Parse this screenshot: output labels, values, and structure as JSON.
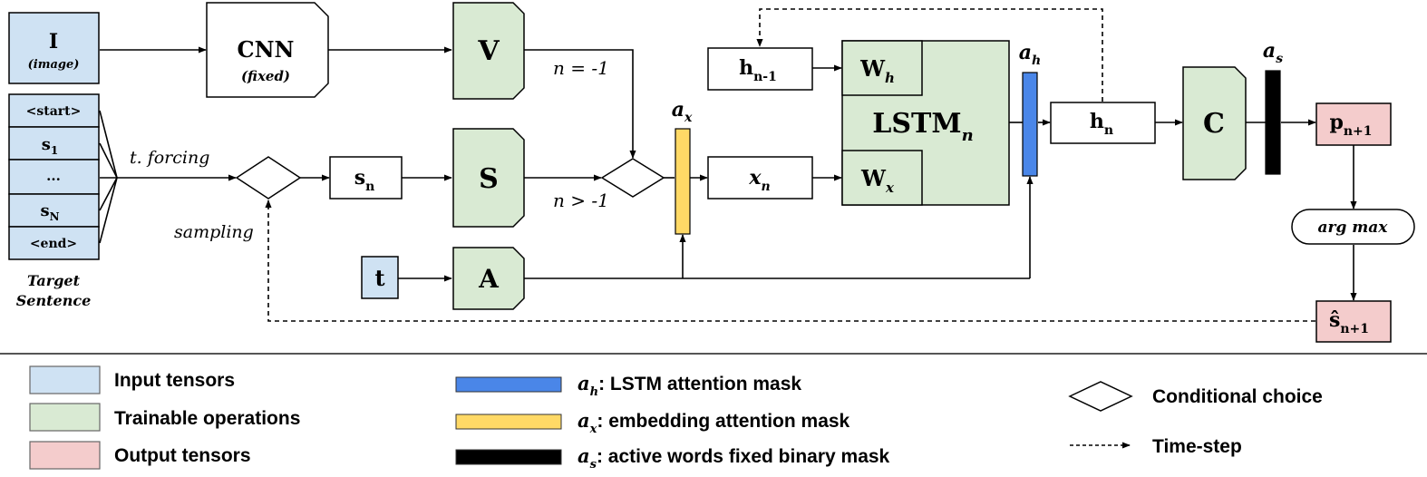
{
  "inputs": {
    "image_symbol": "I",
    "image_caption": "(image)",
    "target_tokens": [
      "<start>",
      "s",
      "...",
      "s",
      "<end>"
    ],
    "target_subscripts": [
      "",
      "1",
      "",
      "N",
      ""
    ],
    "target_caption_line1": "Target",
    "target_caption_line2": "Sentence",
    "t_symbol": "t"
  },
  "nodes": {
    "cnn_label": "CNN",
    "cnn_sub": "(fixed)",
    "v_label": "V",
    "s_label": "S",
    "a_label": "A",
    "c_label": "C",
    "sn_base": "s",
    "sn_sub": "n",
    "xn_base": "x",
    "xn_sub": "n",
    "hprev_base": "h",
    "hprev_sub": "n-1",
    "hn_base": "h",
    "hn_sub": "n",
    "wh_base": "W",
    "wh_sub": "h",
    "wx_base": "W",
    "wx_sub": "x",
    "lstm_base": "LSTM",
    "lstm_sub": "n",
    "pn_base": "p",
    "pn_sub": "n+1",
    "argmax_label": "arg max",
    "shat_base": "ŝ",
    "shat_sub": "n+1"
  },
  "masks": {
    "ax_base": "a",
    "ax_sub": "x",
    "ah_base": "a",
    "ah_sub": "h",
    "as_base": "a",
    "as_sub": "s"
  },
  "edge_labels": {
    "t_forcing": "t. forcing",
    "sampling": "sampling",
    "n_eq": "n = -1",
    "n_gt": "n > -1"
  },
  "legend": {
    "input_tensors": "Input tensors",
    "trainable_operations": "Trainable operations",
    "output_tensors": "Output tensors",
    "ah_base": "a",
    "ah_sub": "h",
    "ah_desc": ": LSTM attention mask",
    "ax_base": "a",
    "ax_sub": "x",
    "ax_desc": ": embedding attention mask",
    "as_base": "a",
    "as_sub": "s",
    "as_desc": ": active words fixed binary mask",
    "conditional_choice": "Conditional choice",
    "time_step": "Time-step"
  },
  "colors": {
    "input_fill": "#cfe2f3",
    "trainable_fill": "#d9ead3",
    "output_fill": "#f4cccc",
    "lstm_mask": "#4a86e8",
    "embed_mask": "#ffd966",
    "binary_mask": "#000000",
    "line": "#000000",
    "divider": "#555555"
  }
}
